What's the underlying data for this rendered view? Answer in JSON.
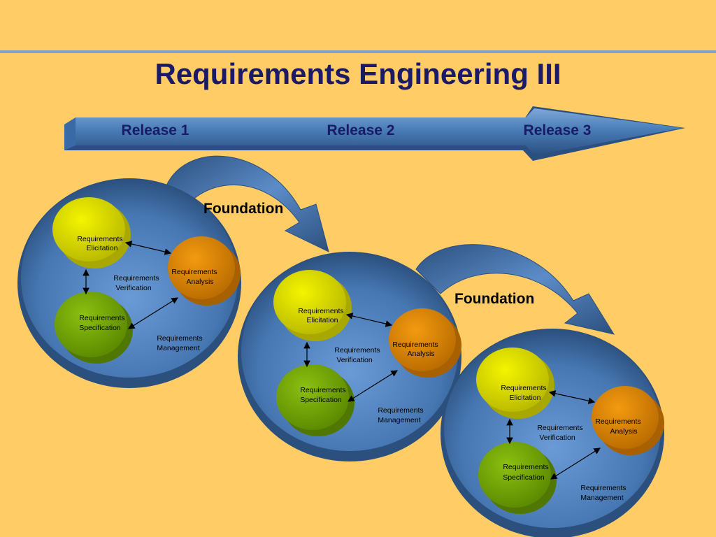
{
  "title": "Requirements Engineering III",
  "releases": [
    "Release 1",
    "Release 2",
    "Release 3"
  ],
  "foundation_labels": [
    "Foundation",
    "Foundation"
  ],
  "labels": {
    "elicitation": [
      "Requirements",
      "Elicitation"
    ],
    "analysis": [
      "Requirements",
      "Analysis"
    ],
    "specification": [
      "Requirements",
      "Specification"
    ],
    "verification": [
      "Requirements",
      "Verification"
    ],
    "management": [
      "Requirements",
      "Management"
    ]
  },
  "colors": {
    "background": "#ffcc66",
    "title": "#1a1a66",
    "circle_fill": "#4a7db8",
    "elicitation": "#d9d900",
    "analysis": "#e08a00",
    "specification": "#79aa00"
  }
}
